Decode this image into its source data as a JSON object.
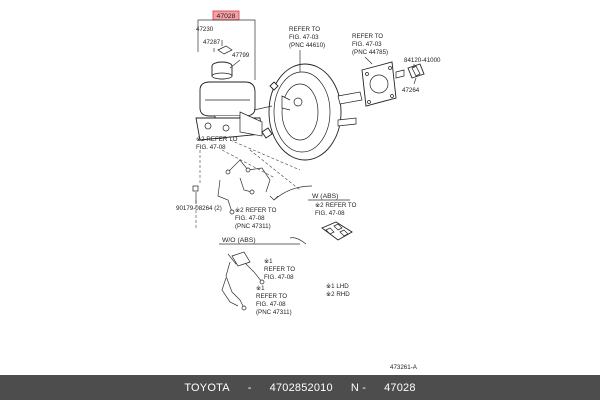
{
  "diagram": {
    "highlight_part": "47028",
    "labels": {
      "p47230": "47230",
      "p47287": "47287",
      "p47799": "47799",
      "ref_4403_a": "REFER TO",
      "ref_4403_b": "FIG. 47-03",
      "ref_4403_c": "(PNC 44610)",
      "ref_4478_a": "REFER TO",
      "ref_4478_b": "FIG. 47-03",
      "ref_4478_c": "(PNC 44785)",
      "p84120": "84120-41000",
      "p47264": "47264",
      "ref_2_a": "※2 REFER TO",
      "ref_2_b": "FIG. 47-08",
      "p90179": "90179-08264 (2)",
      "ref_2b_a": "※2 REFER TO",
      "ref_2b_b": "FIG. 47-08",
      "ref_2b_c": "(PNC 47311)",
      "w_abs": "W (ABS)",
      "ref_w_a": "※2 REFER TO",
      "ref_w_b": "FIG. 47-08",
      "wo_abs": "W/O (ABS)",
      "ref_1_a": "※1",
      "ref_1_b": "REFER TO",
      "ref_1_c": "FIG. 47-08",
      "ref_1b_a": "※1",
      "ref_1b_b": "REFER TO",
      "ref_1b_c": "FIG. 47-08",
      "ref_1b_d": "(PNC 47311)",
      "legend_1": "※1 LHD",
      "legend_2": "※2 RHD",
      "fig_no": "473261-A"
    }
  },
  "footer": {
    "brand": "TOYOTA",
    "sep": "-",
    "part_number": "4702852010",
    "pnc_prefix": "N -",
    "pnc": "47028"
  },
  "colors": {
    "highlight": "#f4a0a6",
    "footer_bg": "#4d4d4d"
  }
}
